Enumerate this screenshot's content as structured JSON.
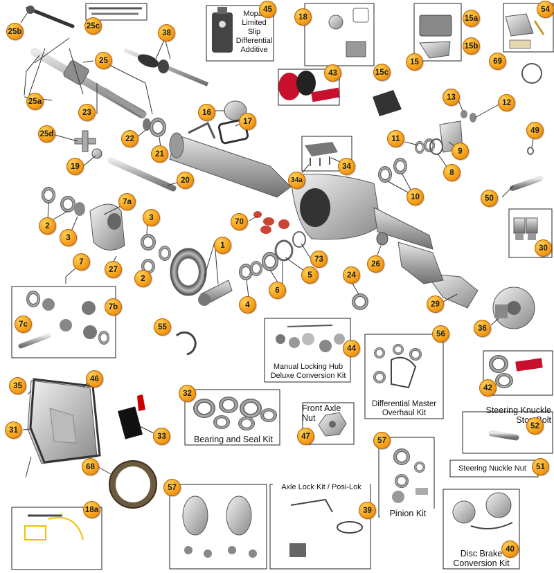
{
  "labels": {
    "mopar_additive": [
      "Mopar",
      "Limited",
      "Slip",
      "Differential",
      "Additive"
    ],
    "hub_kit": [
      "Manual Locking Hub",
      "Deluxe Conversion Kit"
    ],
    "overhaul_kit": [
      "Differential Master",
      "Overhaul Kit"
    ],
    "bearing_seal_kit": "Bearing and Seal Kit",
    "front_axle_nut": [
      "Front Axle",
      "Nut"
    ],
    "knuckle_stop_bolt": [
      "Steering Knuckle",
      "Stop Bolt"
    ],
    "steering_nuckle_nut": "Steering Nuckle Nut",
    "axle_lock": "Axle Lock Kit / Posi-Lok",
    "pinion_kit": "Pinion Kit",
    "disc_brake": [
      "Disc Brake",
      "Conversion Kit"
    ]
  },
  "callouts": [
    "25b",
    "25c",
    "45",
    "18",
    "15a",
    "15b",
    "15",
    "54",
    "38",
    "25",
    "69",
    "43",
    "15c",
    "25a",
    "23",
    "13",
    "12",
    "16",
    "17",
    "22",
    "21",
    "49",
    "11",
    "9",
    "25d",
    "34",
    "19",
    "8",
    "20",
    "34a",
    "10",
    "50",
    "7a",
    "3",
    "2",
    "70",
    "1",
    "30",
    "7",
    "27",
    "73",
    "6",
    "5",
    "26",
    "24",
    "4",
    "29",
    "7b",
    "7c",
    "55",
    "36",
    "44",
    "56",
    "42",
    "35",
    "46",
    "32",
    "31",
    "33",
    "47",
    "52",
    "57",
    "68",
    "51",
    "57",
    "39",
    "18a",
    "40"
  ],
  "colors": {
    "callout_fill": "#f6a21c",
    "outline": "#222222",
    "part_metal": "#b8b8b8",
    "part_dark": "#3a3a3a",
    "alloy_red": "#c8102e"
  },
  "icons": [
    "u-joint-icon",
    "axle-shaft-icon",
    "differential-case-icon",
    "ring-gear-icon",
    "pinion-gear-icon",
    "bearing-icon",
    "seal-icon",
    "axle-housing-icon",
    "steering-knuckle-icon",
    "wheel-hub-icon",
    "diff-cover-icon",
    "rtv-tube-icon",
    "snap-ring-icon",
    "ball-joint-icon",
    "tie-rod-icon",
    "wrench-icon",
    "additive-bottle-icon",
    "alloy-logo-icon"
  ]
}
